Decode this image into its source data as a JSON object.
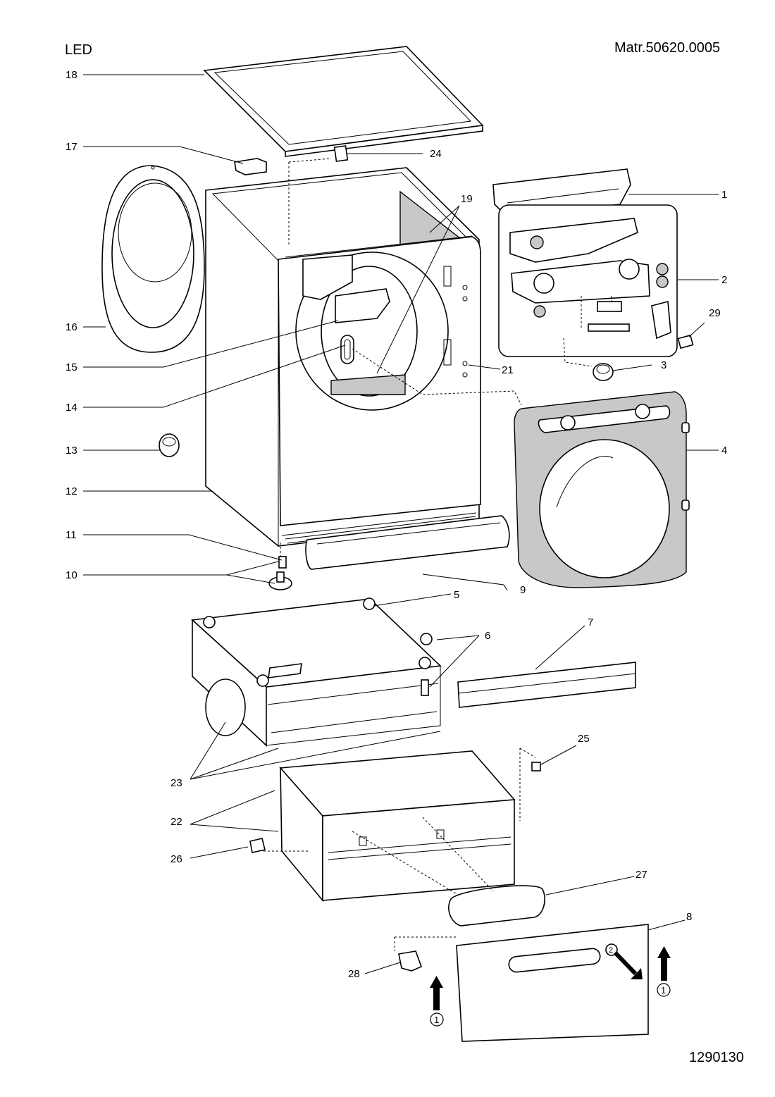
{
  "header": {
    "title": "LED",
    "material_code": "Matr.50620.0005"
  },
  "footer": {
    "drawing_number": "1290130"
  },
  "callouts": [
    {
      "id": "c1",
      "text": "1"
    },
    {
      "id": "c2",
      "text": "2"
    },
    {
      "id": "c3",
      "text": "3"
    },
    {
      "id": "c4",
      "text": "4"
    },
    {
      "id": "c5",
      "text": "5"
    },
    {
      "id": "c6",
      "text": "6"
    },
    {
      "id": "c7",
      "text": "7"
    },
    {
      "id": "c8",
      "text": "8"
    },
    {
      "id": "c9",
      "text": "9"
    },
    {
      "id": "c10",
      "text": "10"
    },
    {
      "id": "c11",
      "text": "11"
    },
    {
      "id": "c12",
      "text": "12"
    },
    {
      "id": "c13",
      "text": "13"
    },
    {
      "id": "c14",
      "text": "14"
    },
    {
      "id": "c15",
      "text": "15"
    },
    {
      "id": "c16",
      "text": "16"
    },
    {
      "id": "c17",
      "text": "17"
    },
    {
      "id": "c18",
      "text": "18"
    },
    {
      "id": "c19",
      "text": "19"
    },
    {
      "id": "c21",
      "text": "21"
    },
    {
      "id": "c22",
      "text": "22"
    },
    {
      "id": "c23",
      "text": "23"
    },
    {
      "id": "c24",
      "text": "24"
    },
    {
      "id": "c25",
      "text": "25"
    },
    {
      "id": "c26",
      "text": "26"
    },
    {
      "id": "c27",
      "text": "27"
    },
    {
      "id": "c28",
      "text": "28"
    },
    {
      "id": "c29",
      "text": "29"
    }
  ],
  "arrow_markers": [
    {
      "id": "m1",
      "text": "1"
    },
    {
      "id": "m2",
      "text": "1"
    },
    {
      "id": "m3",
      "text": "2"
    }
  ]
}
